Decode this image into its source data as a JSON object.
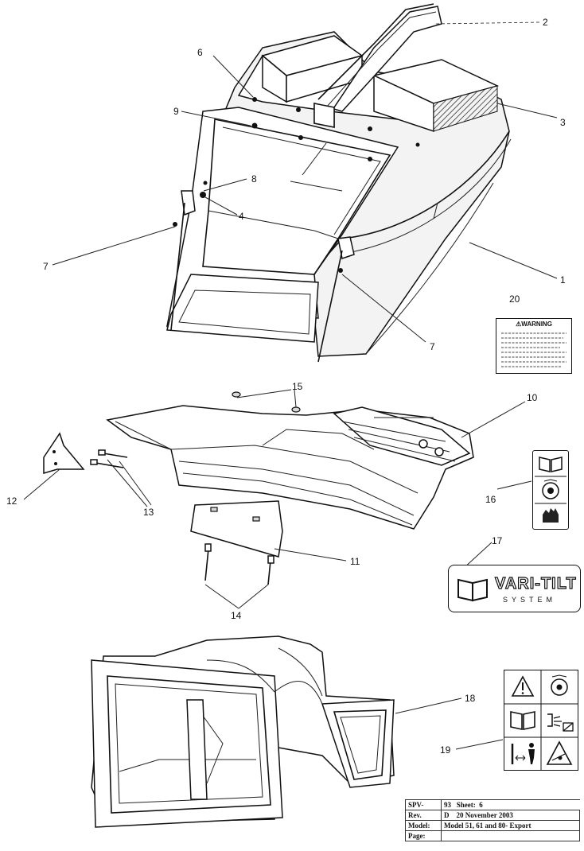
{
  "callouts": {
    "c1": "1",
    "c2": "2",
    "c3": "3",
    "c4": "4",
    "c6": "6",
    "c7a": "7",
    "c7b": "7",
    "c8": "8",
    "c9": "9",
    "c10": "10",
    "c11": "11",
    "c12": "12",
    "c13": "13",
    "c14": "14",
    "c15": "15",
    "c16": "16",
    "c17": "17",
    "c18": "18",
    "c19": "19",
    "c20": "20"
  },
  "warning_label": {
    "heading": "WARNING"
  },
  "vari_tilt_label": {
    "brand_top": "VARI-TILT",
    "brand_bottom": "SYSTEM"
  },
  "title_block": {
    "r1c1": "SPV-",
    "r1c2": "93",
    "r1c3": "Sheet:",
    "r1c4": "6",
    "r2c1": "Rev.",
    "r2c2": "D",
    "r2c3": "20 November 2003",
    "r3c1": "Model:",
    "r3c2": "Model 51, 61 and 80- Export",
    "r4c1": "Page:"
  },
  "icons": [
    "book-icon",
    "rotating-blade-icon",
    "hand-hazard-icon",
    "warning-triangle-icon",
    "thrown-object-icon",
    "keep-distance-icon",
    "slope-hazard-icon"
  ]
}
